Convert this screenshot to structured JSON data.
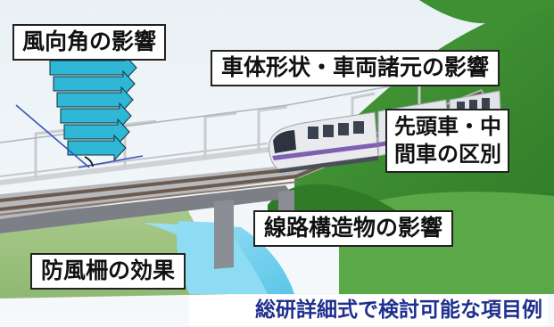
{
  "labels": {
    "wind_angle": "風向角の影響",
    "vehicle_body": "車体形状・車両諸元の影響",
    "lead_line1": "先頭車・中",
    "lead_line2": "間車の区別",
    "track_structure": "線路構造物の影響",
    "windbreak_fence": "防風柵の効果"
  },
  "caption": "総研詳細式で検討可能な項目例",
  "colors": {
    "caption_text": "#1f2f8e",
    "wind_arrows": "#2fb7d6",
    "hill_green": "#3a8f2f",
    "sky": "#eef4f7",
    "train_stripe": "#7f5fb0",
    "river": "#7fd3ee"
  }
}
